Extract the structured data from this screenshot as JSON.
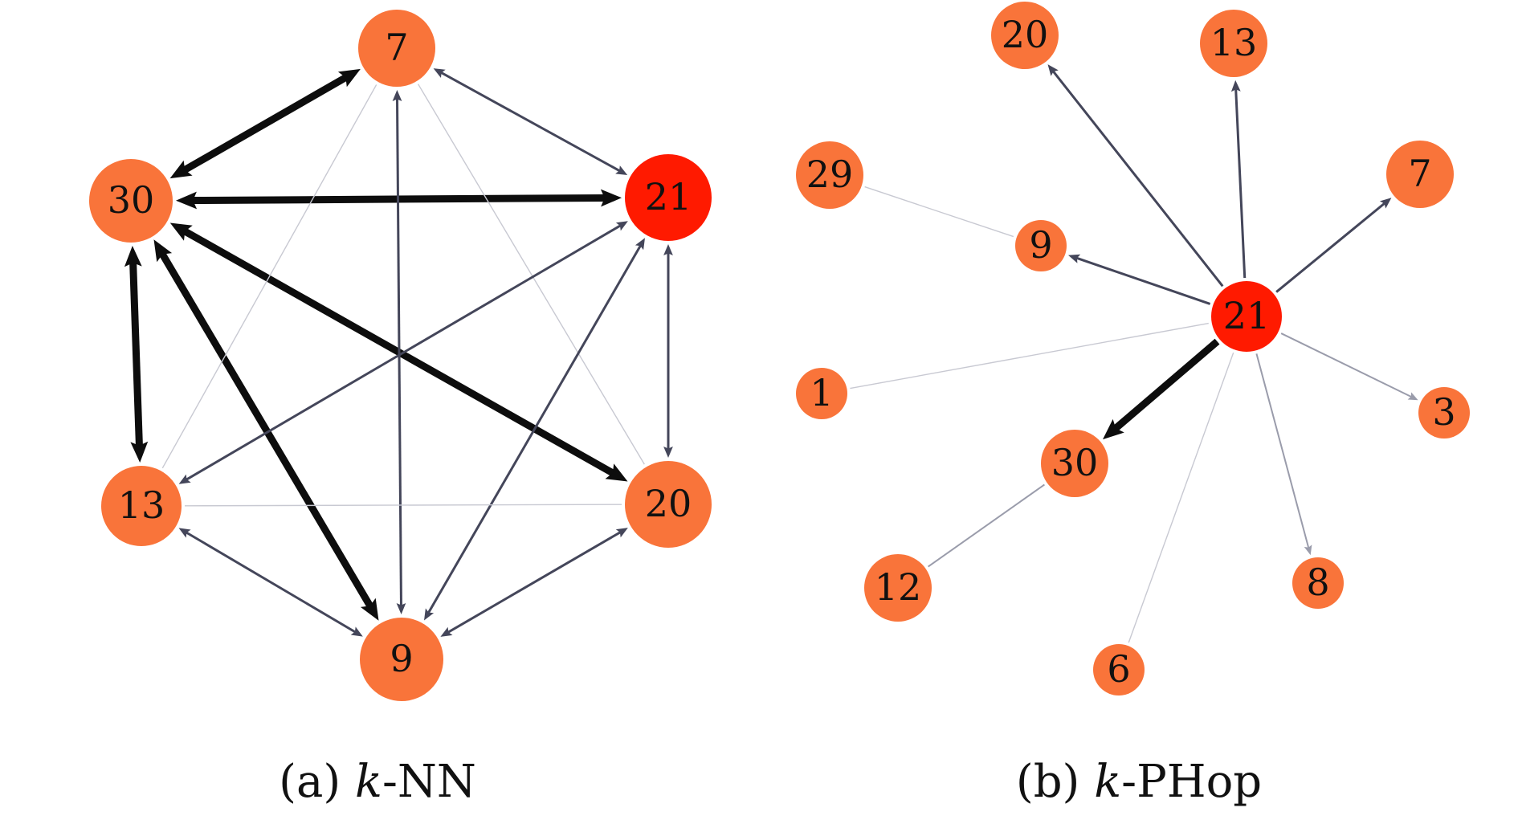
{
  "colors": {
    "node": "#F9743A",
    "node_highlight": "#FF1A00",
    "edge_strong": "#0d0d0d",
    "edge_medium": "#44465a",
    "edge_weak": "#9a9cab",
    "edge_faint": "#c8c9d2"
  },
  "diagrams": [
    {
      "id": "knn",
      "caption": {
        "prefix": "(a) ",
        "k": "k",
        "suffix": "-NN"
      },
      "nodes": [
        {
          "id": "a7",
          "label": "7",
          "highlight": false
        },
        {
          "id": "a30",
          "label": "30",
          "highlight": false
        },
        {
          "id": "a21",
          "label": "21",
          "highlight": true
        },
        {
          "id": "a13",
          "label": "13",
          "highlight": false
        },
        {
          "id": "a20",
          "label": "20",
          "highlight": false
        },
        {
          "id": "a9",
          "label": "9",
          "highlight": false
        }
      ],
      "edges": [
        {
          "from": "a30",
          "to": "a7",
          "weight": "strong",
          "arrow": "both"
        },
        {
          "from": "a30",
          "to": "a21",
          "weight": "strong",
          "arrow": "both"
        },
        {
          "from": "a30",
          "to": "a13",
          "weight": "strong",
          "arrow": "both"
        },
        {
          "from": "a30",
          "to": "a9",
          "weight": "strong",
          "arrow": "both"
        },
        {
          "from": "a30",
          "to": "a20",
          "weight": "strong",
          "arrow": "both"
        },
        {
          "from": "a7",
          "to": "a21",
          "weight": "medium",
          "arrow": "both"
        },
        {
          "from": "a7",
          "to": "a9",
          "weight": "medium",
          "arrow": "both"
        },
        {
          "from": "a7",
          "to": "a13",
          "weight": "faint",
          "arrow": "none"
        },
        {
          "from": "a7",
          "to": "a20",
          "weight": "faint",
          "arrow": "none"
        },
        {
          "from": "a21",
          "to": "a20",
          "weight": "medium",
          "arrow": "both"
        },
        {
          "from": "a21",
          "to": "a13",
          "weight": "medium",
          "arrow": "both"
        },
        {
          "from": "a21",
          "to": "a9",
          "weight": "medium",
          "arrow": "both"
        },
        {
          "from": "a13",
          "to": "a9",
          "weight": "medium",
          "arrow": "both"
        },
        {
          "from": "a13",
          "to": "a20",
          "weight": "faint",
          "arrow": "none"
        },
        {
          "from": "a20",
          "to": "a9",
          "weight": "medium",
          "arrow": "both"
        }
      ]
    },
    {
      "id": "kphop",
      "caption": {
        "prefix": "(b) ",
        "k": "k",
        "suffix": "-PHop"
      },
      "nodes": [
        {
          "id": "b21",
          "label": "21",
          "highlight": true
        },
        {
          "id": "b20",
          "label": "20",
          "highlight": false
        },
        {
          "id": "b13",
          "label": "13",
          "highlight": false
        },
        {
          "id": "b29",
          "label": "29",
          "highlight": false
        },
        {
          "id": "b7",
          "label": "7",
          "highlight": false
        },
        {
          "id": "b9",
          "label": "9",
          "highlight": false
        },
        {
          "id": "b1",
          "label": "1",
          "highlight": false
        },
        {
          "id": "b3",
          "label": "3",
          "highlight": false
        },
        {
          "id": "b30",
          "label": "30",
          "highlight": false
        },
        {
          "id": "b12",
          "label": "12",
          "highlight": false
        },
        {
          "id": "b8",
          "label": "8",
          "highlight": false
        },
        {
          "id": "b6",
          "label": "6",
          "highlight": false
        }
      ],
      "edges": [
        {
          "from": "b21",
          "to": "b20",
          "weight": "medium",
          "arrow": "end"
        },
        {
          "from": "b21",
          "to": "b13",
          "weight": "medium",
          "arrow": "end"
        },
        {
          "from": "b21",
          "to": "b7",
          "weight": "medium",
          "arrow": "end"
        },
        {
          "from": "b21",
          "to": "b9",
          "weight": "medium",
          "arrow": "end"
        },
        {
          "from": "b21",
          "to": "b30",
          "weight": "strong",
          "arrow": "end"
        },
        {
          "from": "b21",
          "to": "b1",
          "weight": "faint",
          "arrow": "none"
        },
        {
          "from": "b21",
          "to": "b3",
          "weight": "weak",
          "arrow": "end"
        },
        {
          "from": "b21",
          "to": "b8",
          "weight": "weak",
          "arrow": "end"
        },
        {
          "from": "b21",
          "to": "b6",
          "weight": "faint",
          "arrow": "none"
        },
        {
          "from": "b29",
          "to": "b9",
          "weight": "faint",
          "arrow": "none"
        },
        {
          "from": "b30",
          "to": "b12",
          "weight": "weak",
          "arrow": "none"
        }
      ]
    }
  ]
}
